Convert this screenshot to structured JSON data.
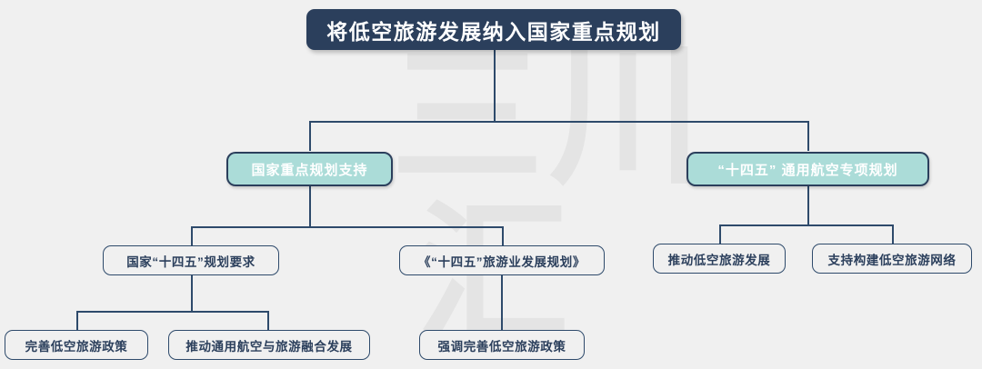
{
  "background": {
    "color": "#f0f0f0",
    "watermark_top": "三川",
    "watermark_bottom": "汇",
    "watermark_color": "#e4e4e4"
  },
  "colors": {
    "title_fill": "#2b3f5c",
    "title_text": "#ffffff",
    "level2_fill": "#abdcd8",
    "level2_text": "#ffffff",
    "node_border": "#2e4a6b",
    "node_text": "#2b3f5c",
    "connector": "#2e4a6b"
  },
  "diagram": {
    "type": "org-chart",
    "title": "将低空旅游发展纳入国家重点规划",
    "branches": [
      {
        "label": "国家重点规划支持",
        "children": [
          {
            "label": "国家“十四五”规划要求",
            "children": [
              {
                "label": "完善低空旅游政策"
              },
              {
                "label": "推动通用航空与旅游融合发展"
              }
            ]
          },
          {
            "label": "《“十四五”旅游业发展规划》",
            "children": [
              {
                "label": "强调完善低空旅游政策"
              }
            ]
          }
        ]
      },
      {
        "label": "“十四五” 通用航空专项规划",
        "children": [
          {
            "label": "推动低空旅游发展",
            "children": []
          },
          {
            "label": "支持构建低空旅游网络",
            "children": []
          }
        ]
      }
    ]
  }
}
